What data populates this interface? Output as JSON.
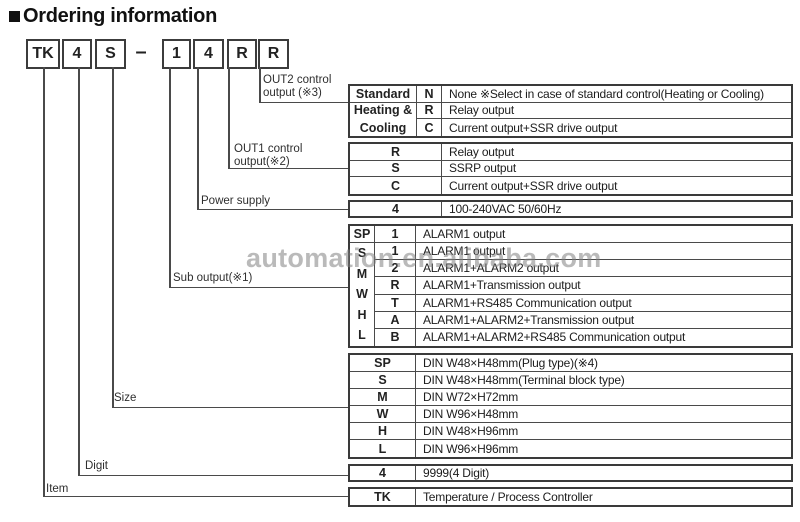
{
  "title": "Ordering information",
  "watermark": "automation.en.alibaba.com",
  "code_boxes": {
    "item": "TK",
    "digit": "4",
    "size": "S",
    "separator": "–",
    "sub_output": "1",
    "power_supply": "4",
    "out1": "R",
    "out2": "R"
  },
  "labels": {
    "out2": {
      "line1": "OUT2 control",
      "line2": "output (※3)"
    },
    "out1": {
      "line1": "OUT1 control",
      "line2": "output(※2)"
    },
    "power_supply": "Power supply",
    "sub_output": "Sub output(※1)",
    "size": "Size",
    "digit": "Digit",
    "item": "Item"
  },
  "out2_table": {
    "groups": {
      "standard": "Standard",
      "heating": "Heating &",
      "cooling": "Cooling"
    },
    "rows": [
      {
        "code": "N",
        "desc": "None ※Select in case of standard control(Heating or Cooling)"
      },
      {
        "code": "R",
        "desc": "Relay output"
      },
      {
        "code": "C",
        "desc": "Current output+SSR drive output"
      }
    ]
  },
  "out1_table": {
    "rows": [
      {
        "code": "R",
        "desc": "Relay output"
      },
      {
        "code": "S",
        "desc": "SSRP output"
      },
      {
        "code": "C",
        "desc": "Current output+SSR drive output"
      }
    ]
  },
  "power_table": {
    "code": "4",
    "desc": "100-240VAC 50/60Hz"
  },
  "sub_table": {
    "sp_group": "SP",
    "group_letters": [
      "S",
      "M",
      "W",
      "H",
      "L"
    ],
    "rows": [
      {
        "code": "1",
        "desc": "ALARM1 output"
      },
      {
        "code": "1",
        "desc": "ALARM1 output"
      },
      {
        "code": "2",
        "desc": "ALARM1+ALARM2 output"
      },
      {
        "code": "R",
        "desc": "ALARM1+Transmission output"
      },
      {
        "code": "T",
        "desc": "ALARM1+RS485 Communication output"
      },
      {
        "code": "A",
        "desc": "ALARM1+ALARM2+Transmission output"
      },
      {
        "code": "B",
        "desc": "ALARM1+ALARM2+RS485 Communication output"
      }
    ]
  },
  "size_table": {
    "rows": [
      {
        "code": "SP",
        "desc": "DIN W48×H48mm(Plug type)(※4)"
      },
      {
        "code": "S",
        "desc": "DIN W48×H48mm(Terminal block type)"
      },
      {
        "code": "M",
        "desc": "DIN W72×H72mm"
      },
      {
        "code": "W",
        "desc": "DIN W96×H48mm"
      },
      {
        "code": "H",
        "desc": "DIN W48×H96mm"
      },
      {
        "code": "L",
        "desc": "DIN W96×H96mm"
      }
    ]
  },
  "digit_table": {
    "code": "4",
    "desc": "9999(4 Digit)"
  },
  "item_table": {
    "code": "TK",
    "desc": "Temperature / Process Controller"
  },
  "colors": {
    "line": "#4a4a4a",
    "border": "#3a3a3a",
    "text": "#1c1c1c",
    "watermark": "#828282"
  }
}
